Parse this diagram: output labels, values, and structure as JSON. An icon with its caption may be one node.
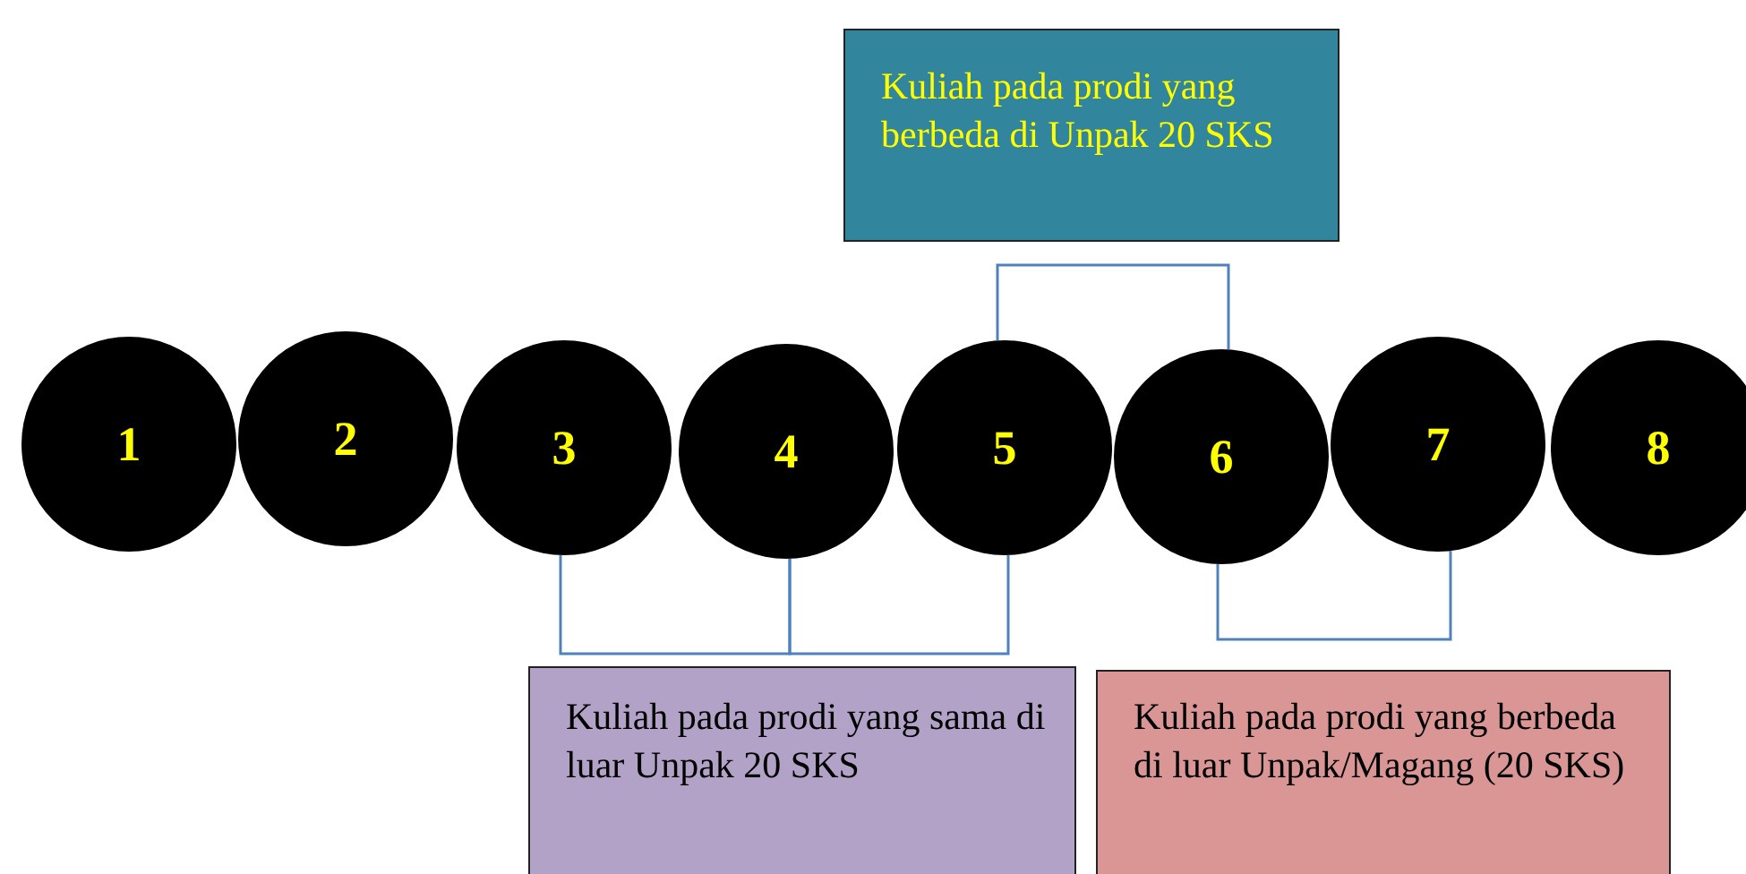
{
  "diagram": {
    "nodes": [
      {
        "text": [
          "Kuliah pada prodi yang berbeda di Unpak 20 SKS"
        ]
      },
      {
        "text": [
          "1"
        ]
      },
      {
        "text": [
          "2"
        ]
      },
      {
        "text": [
          "3"
        ]
      },
      {
        "text": [
          "4"
        ]
      },
      {
        "text": [
          "5"
        ]
      },
      {
        "text": [
          "6"
        ]
      },
      {
        "text": [
          "7"
        ]
      },
      {
        "text": [
          "8"
        ]
      },
      {
        "text": [
          "Kuliah pada prodi yang sama di luar Unpak 20 SKS"
        ]
      },
      {
        "text": [
          "Kuliah pada prodi yang berbeda di luar Unpak/Magang (20 SKS)"
        ]
      }
    ],
    "edges": [
      {
        "from": 5,
        "to": 6,
        "arrow": "none"
      },
      {
        "from": 3,
        "to": 4,
        "arrow": "none"
      },
      {
        "from": 4,
        "to": 5,
        "arrow": "none"
      },
      {
        "from": 6,
        "to": 7,
        "arrow": "none"
      }
    ]
  }
}
